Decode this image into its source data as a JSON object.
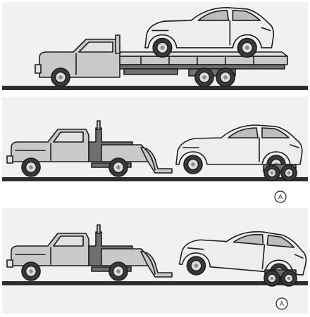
{
  "figure": {
    "panels": [
      {
        "scene": "flatbed-tow-truck"
      },
      {
        "scene": "wheel-lift-tow-with-dollies",
        "callout": "A"
      },
      {
        "scene": "wheel-lift-tow-with-dollies",
        "callout": "A"
      }
    ]
  },
  "colors": {
    "ground": "#2e2e2e",
    "panel_background": "#f1f1f1",
    "ink": "#1e1e1e",
    "truck_body": "#c9c9c9",
    "car_body": "#ededed"
  }
}
